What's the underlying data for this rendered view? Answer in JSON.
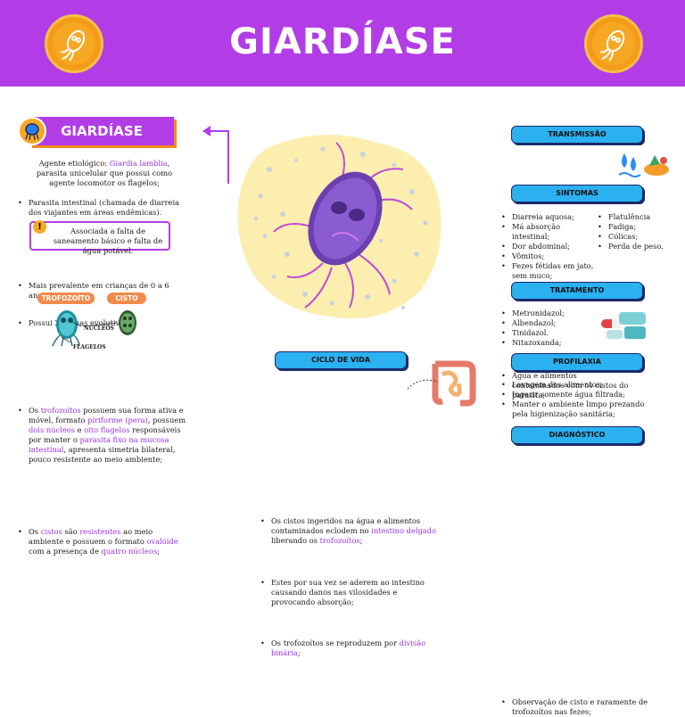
{
  "header": {
    "title": "GIARDÍASE"
  },
  "left": {
    "box_title": "GIARDÍASE",
    "agent_prefix": "Agente etiológico: ",
    "agent_name": "Giardia lamblia",
    "agent_suffix": ", parasita unicelular que possui como agente locomotor os flagelos;",
    "bullet_intestinal": "Parasita intestinal (chamada de diarreia dos viajantes em áreas endêmicas).",
    "warning": "Associada a falta de saneamento básico e falta de água potável.",
    "bullet_children": "Mais prevalente em crianças de 0 a 6 anos.",
    "bullet_forms": "Possui 2 formas evolutivas:",
    "pill_trophozoite": "TROFOZOÍTO",
    "pill_cyst": "CISTO",
    "label_nuclei": "NÚCLEOS",
    "label_flagella": "FLAGELOS",
    "tro_1": "Os ",
    "tro_2": "trofozoítos",
    "tro_3": " possuem sua forma ativa e móvel, formato ",
    "tro_4": "piriforme (pera)",
    "tro_5": ", possuem ",
    "tro_6": "dois núcleos",
    "tro_7": " e ",
    "tro_8": "oito flagelos",
    "tro_9": " responsáveis por manter o ",
    "tro_10": "parasita fixo na mucosa intestinal",
    "tro_11": ", apresenta simetria bilateral, pouco resistente ao meio ambiente;",
    "cyst_1": "Os ",
    "cyst_2": "cistos",
    "cyst_3": " são ",
    "cyst_4": "resistentes",
    "cyst_5": " ao meio ambiente e possuem o formato ",
    "cyst_6": "ovalóide",
    "cyst_7": " com a presença de ",
    "cyst_8": "quatro núcleos",
    "cyst_9": ";"
  },
  "cycle": {
    "head": "CICLO DE VIDA",
    "b1_1": "Os cistos ingeridos na água e alimentos contaminados eclodem no ",
    "b1_2": "intestino delgado",
    "b1_3": " liberando os ",
    "b1_4": "trofozoítos",
    "b1_5": ";",
    "b2": "Estes por sua vez se aderem ao intestino causando danos nas vilosidades e provocando absorção;",
    "b3_1": "Os trofozoítos se reproduzem por ",
    "b3_2": "divisão binária",
    "b3_3": ";"
  },
  "right": {
    "transmission_head": "TRANSMISSÃO",
    "transmission_text": "Água e alimentos contaminados com os cistos do parasita;",
    "symptoms_head": "SINTOMAS",
    "symptoms_left": [
      "Diarreia aquosa;",
      "Má absorção intestinal;",
      "Dor abdominal;",
      "Vômitos;",
      "Fezes fétidas em jato, sem muco;"
    ],
    "symptoms_right": [
      "Flatulência",
      "Fadiga;",
      "Cólicas;",
      "Perda de peso."
    ],
    "treatment_head": "TRATAMENTO",
    "treatment": [
      "Metronidazol;",
      "Albendazol;",
      "Tinidazol.",
      "Nitazoxanda;"
    ],
    "prophylaxis_head": "PROFILAXIA",
    "prophylaxis": [
      "Lavagem dos alimentos;",
      "Ingerir somente água filtrada;",
      "Manter o ambiente limpo prezando pela higienização sanitária;"
    ],
    "diagnosis_head": "DIAGNÓSTICO",
    "diagnosis": "Observação de cisto e raramente de trofozoítos nas fezes;"
  }
}
